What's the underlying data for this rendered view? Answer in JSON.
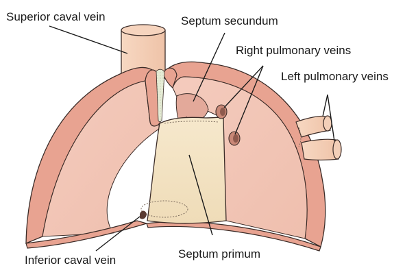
{
  "labels": {
    "superior_caval_vein": "Superior caval vein",
    "septum_secundum": "Septum secundum",
    "right_pulmonary_veins": "Right pulmonary veins",
    "left_pulmonary_veins": "Left pulmonary veins",
    "inferior_caval_vein": "Inferior caval vein",
    "septum_primum": "Septum primum"
  },
  "colors": {
    "atrial_wall": "#e8a391",
    "atrial_inner": "#f2c9ba",
    "wall_outline": "#3a2b27",
    "septum_primum": "#f3e3c4",
    "vein": "#f4cfb6",
    "septum_secundum_shade": "#e9b7aa",
    "endocardial_cushion": "#e6ecd6"
  }
}
